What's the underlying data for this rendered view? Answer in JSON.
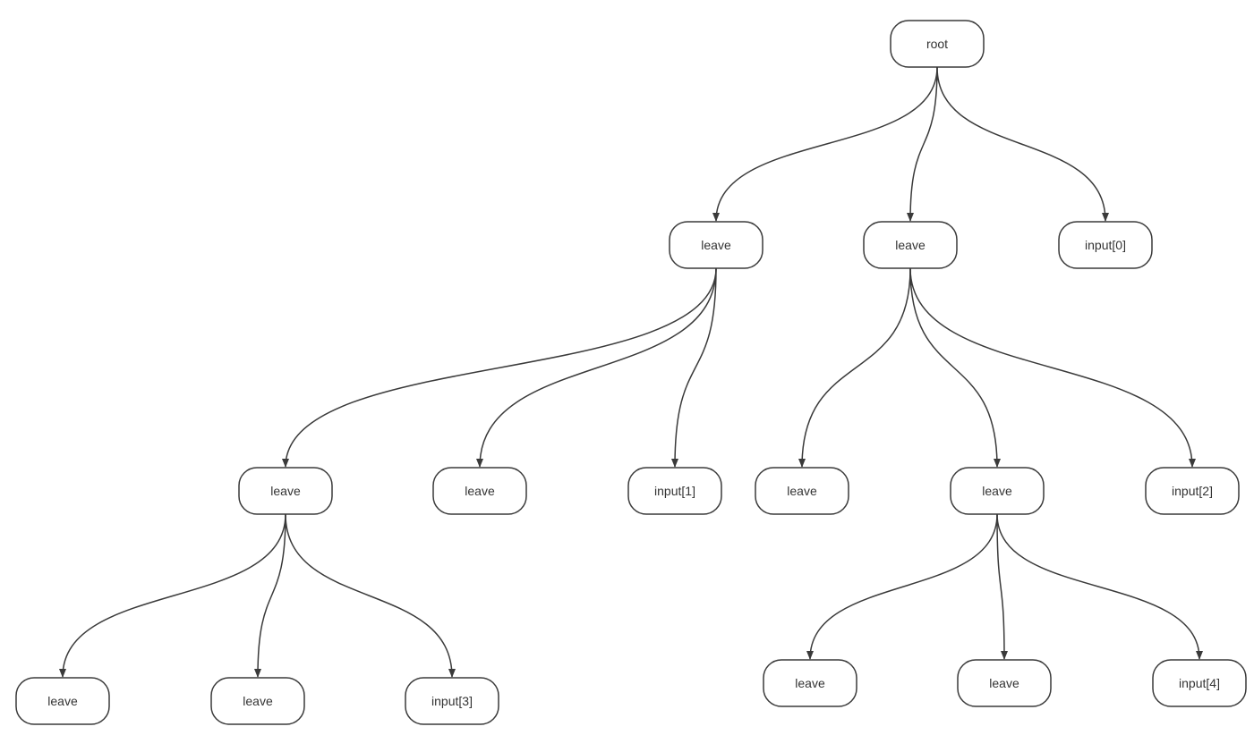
{
  "diagram": {
    "nodes": [
      {
        "id": "root",
        "label": "root"
      },
      {
        "id": "n1",
        "label": "leave"
      },
      {
        "id": "n2",
        "label": "leave"
      },
      {
        "id": "n3",
        "label": "input[0]"
      },
      {
        "id": "n4",
        "label": "leave"
      },
      {
        "id": "n5",
        "label": "leave"
      },
      {
        "id": "n6",
        "label": "input[1]"
      },
      {
        "id": "n7",
        "label": "leave"
      },
      {
        "id": "n8",
        "label": "leave"
      },
      {
        "id": "n9",
        "label": "input[2]"
      },
      {
        "id": "n10",
        "label": "leave"
      },
      {
        "id": "n11",
        "label": "leave"
      },
      {
        "id": "n12",
        "label": "input[3]"
      },
      {
        "id": "n13",
        "label": "leave"
      },
      {
        "id": "n14",
        "label": "leave"
      },
      {
        "id": "n15",
        "label": "input[4]"
      }
    ],
    "edges": [
      {
        "from": "root",
        "to": "n1"
      },
      {
        "from": "root",
        "to": "n2"
      },
      {
        "from": "root",
        "to": "n3"
      },
      {
        "from": "n1",
        "to": "n4"
      },
      {
        "from": "n1",
        "to": "n5"
      },
      {
        "from": "n1",
        "to": "n6"
      },
      {
        "from": "n2",
        "to": "n7"
      },
      {
        "from": "n2",
        "to": "n8"
      },
      {
        "from": "n2",
        "to": "n9"
      },
      {
        "from": "n4",
        "to": "n10"
      },
      {
        "from": "n4",
        "to": "n11"
      },
      {
        "from": "n4",
        "to": "n12"
      },
      {
        "from": "n8",
        "to": "n13"
      },
      {
        "from": "n8",
        "to": "n14"
      },
      {
        "from": "n8",
        "to": "n15"
      }
    ]
  }
}
